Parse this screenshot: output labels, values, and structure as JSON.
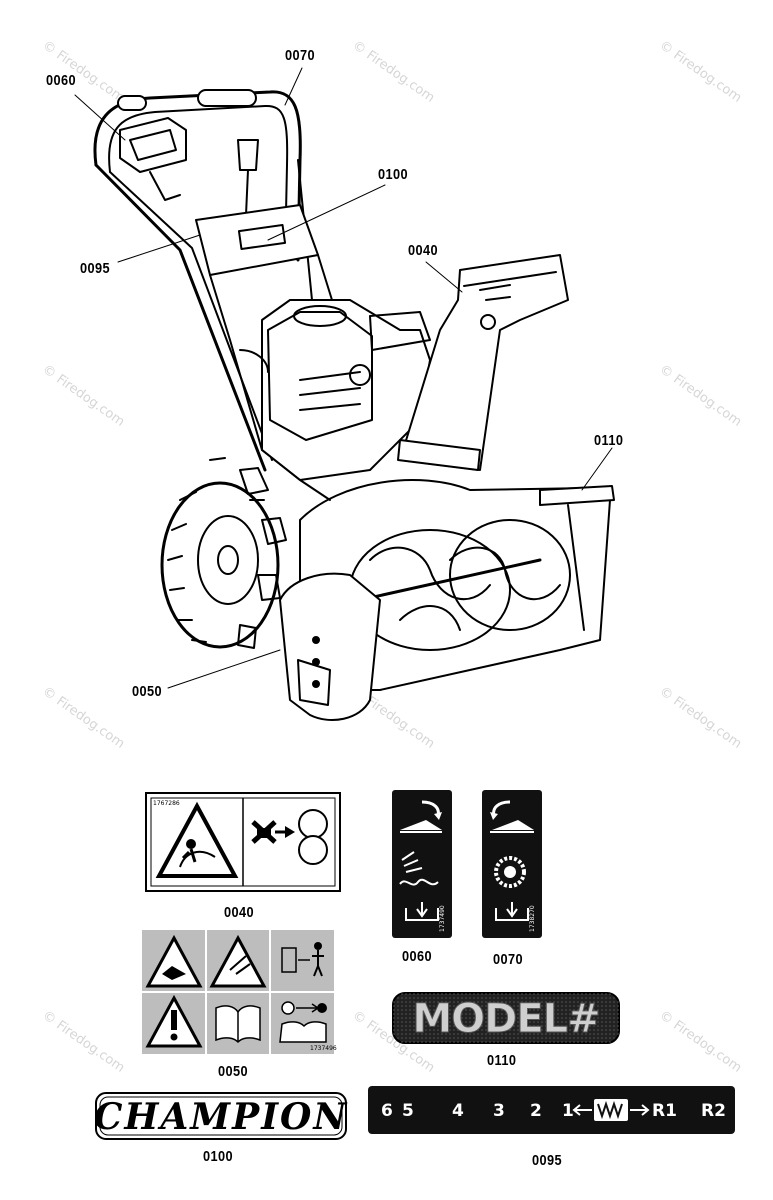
{
  "watermark": {
    "text": "© Firedog.com",
    "instances": [
      {
        "id": "wm-1"
      },
      {
        "id": "wm-2"
      },
      {
        "id": "wm-3"
      },
      {
        "id": "wm-4"
      },
      {
        "id": "wm-5"
      },
      {
        "id": "wm-6"
      },
      {
        "id": "wm-7"
      },
      {
        "id": "wm-8"
      },
      {
        "id": "wm-9"
      },
      {
        "id": "wm-10"
      },
      {
        "id": "wm-11"
      },
      {
        "id": "wm-12"
      }
    ]
  },
  "callouts": {
    "c0060": "0060",
    "c0070": "0070",
    "c0100": "0100",
    "c0095": "0095",
    "c0040": "0040",
    "c0110": "0110",
    "c0050": "0050"
  },
  "decals": {
    "d0040": {
      "caption": "0040",
      "part_no": "1767286"
    },
    "d0060": {
      "caption": "0060",
      "part_no": "1737490"
    },
    "d0070": {
      "caption": "0070",
      "part_no": "1738270"
    },
    "d0050": {
      "caption": "0050",
      "part_no": "1737496"
    },
    "d0110": {
      "caption": "0110",
      "text": "MODEL#"
    },
    "d0100": {
      "caption": "0100",
      "text": "CHAMPION"
    },
    "d0095": {
      "caption": "0095",
      "gears": [
        "6",
        "5",
        "4",
        "3",
        "2",
        "1",
        "R1",
        "R2"
      ]
    }
  },
  "colors": {
    "ink": "#000000",
    "decal_dark": "#111111",
    "watermark": "#d6d6d6",
    "gray_bg": "#bdbdbd"
  }
}
